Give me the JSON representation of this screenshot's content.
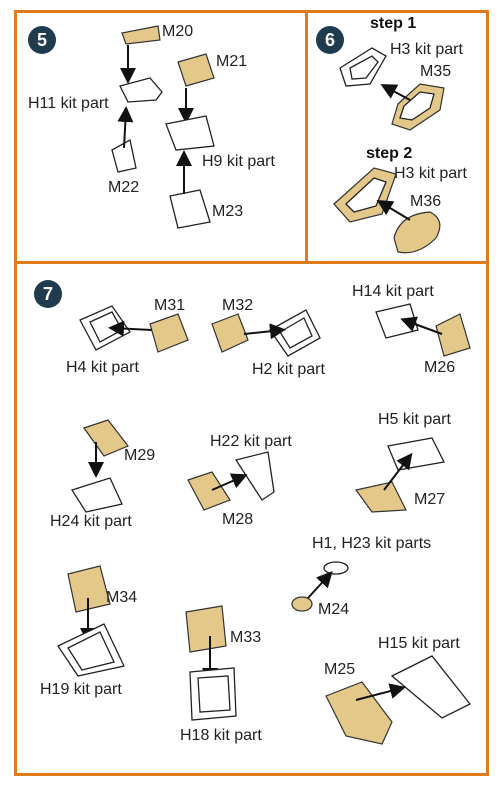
{
  "colors": {
    "frame": "#e07b1c",
    "badge": "#1f3b4d",
    "mask": "#e3c88a"
  },
  "panels": {
    "p5": {
      "number": "5",
      "labels": {
        "m20": "M20",
        "h11": "H11 kit part",
        "m21": "M21",
        "m22": "M22",
        "h9": "H9 kit part",
        "m23": "M23"
      }
    },
    "p6": {
      "number": "6",
      "step1": "step 1",
      "step2": "step 2",
      "labels": {
        "h3a": "H3 kit part",
        "m35": "M35",
        "h3b": "H3 kit part",
        "m36": "M36"
      }
    },
    "p7": {
      "number": "7",
      "labels": {
        "m31": "M31",
        "h4": "H4 kit part",
        "m32": "M32",
        "h2": "H2 kit part",
        "h14": "H14 kit part",
        "m26": "M26",
        "m29": "M29",
        "h24": "H24 kit part",
        "h22": "H22 kit part",
        "m28": "M28",
        "h5": "H5 kit part",
        "m27": "M27",
        "h1h23": "H1, H23 kit parts",
        "m24": "M24",
        "m34": "M34",
        "h19": "H19 kit part",
        "m33": "M33",
        "h18": "H18 kit part",
        "h15": "H15 kit part",
        "m25": "M25"
      }
    }
  }
}
